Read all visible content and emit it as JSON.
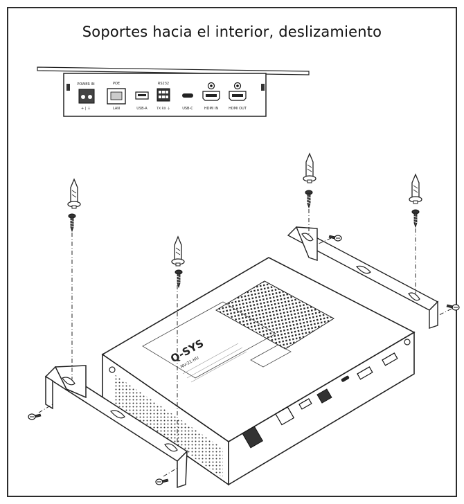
{
  "title": "Soportes hacia el interior, deslizamiento",
  "rear_panel": {
    "power_in": "POWER IN",
    "power_polarity": "+ | ⏚",
    "poe": "POE",
    "lan": "LAN",
    "usb_a": "USB-A",
    "rs232": "RS232",
    "rs232_pins": "TX RX ⏚",
    "usb_c": "USB-C",
    "hdmi_in": "HDMI IN",
    "hdmi_out": "HDMI OUT"
  },
  "device": {
    "brand": "Q-SYS",
    "model": "NV-21-HU"
  },
  "icons": [
    "wall-anchor-icon",
    "wood-screw-icon",
    "machine-screw-icon",
    "mounting-bracket-icon"
  ]
}
